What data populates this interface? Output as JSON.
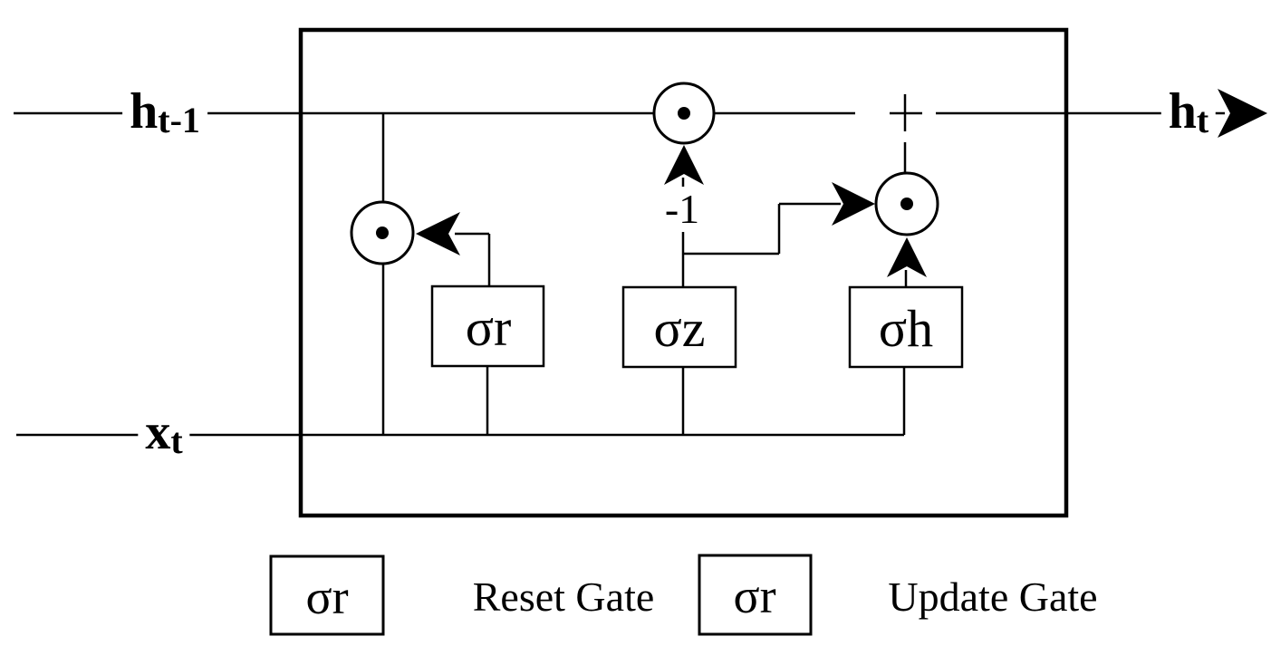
{
  "colors": {
    "ink": "#000000",
    "background": "#ffffff"
  },
  "diagram": {
    "type": "gru-cell-block-diagram",
    "labels": {
      "prev_hidden": {
        "base": "h",
        "sub": "t-1"
      },
      "input": {
        "base": "x",
        "sub": "t"
      },
      "output": {
        "base": "h",
        "sub": "t"
      },
      "minus_one": "-1",
      "reset_gate": "σr",
      "update_gate": "σz",
      "candidate_gate": "σh"
    },
    "operators": {
      "elementwise_product": "⊙",
      "sum": "+"
    }
  },
  "legend": {
    "items": [
      {
        "symbol": "σr",
        "label": "Reset Gate"
      },
      {
        "symbol": "σr",
        "label": "Update Gate"
      }
    ]
  }
}
